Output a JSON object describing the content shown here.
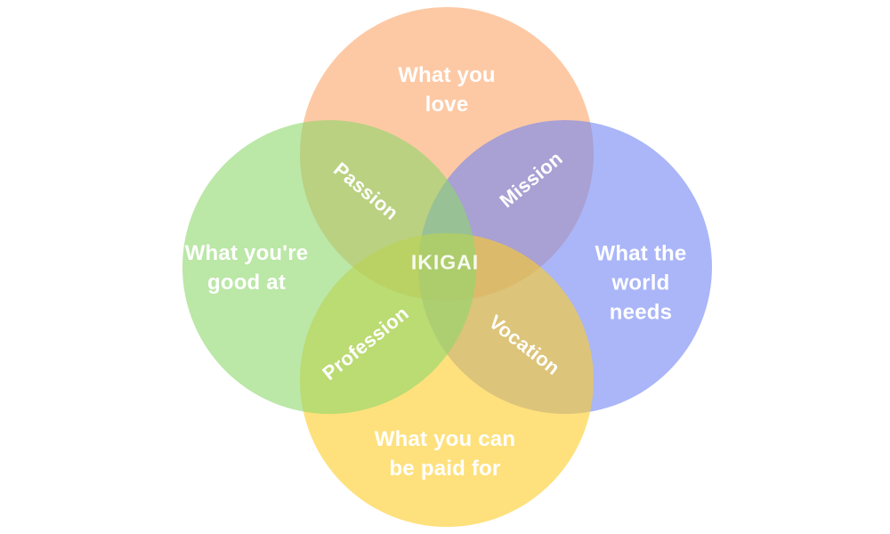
{
  "background": "#ffffff",
  "diagram": {
    "type": "venn-ikigai",
    "center_label": "IKIGAI",
    "text_color": "#ffffff",
    "circles": {
      "love": {
        "label": "What you\nlove",
        "fill": "rgba(252,165,103,0.6)",
        "apparent_color": "#FDC9A4"
      },
      "good": {
        "label": "What you're\ngood at",
        "fill": "rgba(142,215,108,0.6)",
        "apparent_color": "#BBE7A7"
      },
      "world": {
        "label": "What the\nworld\nneeds",
        "fill": "rgba(113,133,243,0.6)",
        "apparent_color": "#AAB6F8"
      },
      "paid": {
        "label": "What you can\nbe paid for",
        "fill": "rgba(253,205,38,0.6)",
        "apparent_color": "#FEE17D"
      }
    },
    "overlaps": {
      "passion": {
        "label": "Passion",
        "apparent_color": "#B4C77C"
      },
      "mission": {
        "label": "Mission",
        "apparent_color": "#A89FD0"
      },
      "profession": {
        "label": "Profession",
        "apparent_color": "#B7D56F"
      },
      "vocation": {
        "label": "Vocation",
        "apparent_color": "#D5BF77"
      },
      "center": {
        "apparent_color": "#A9C967"
      }
    }
  }
}
